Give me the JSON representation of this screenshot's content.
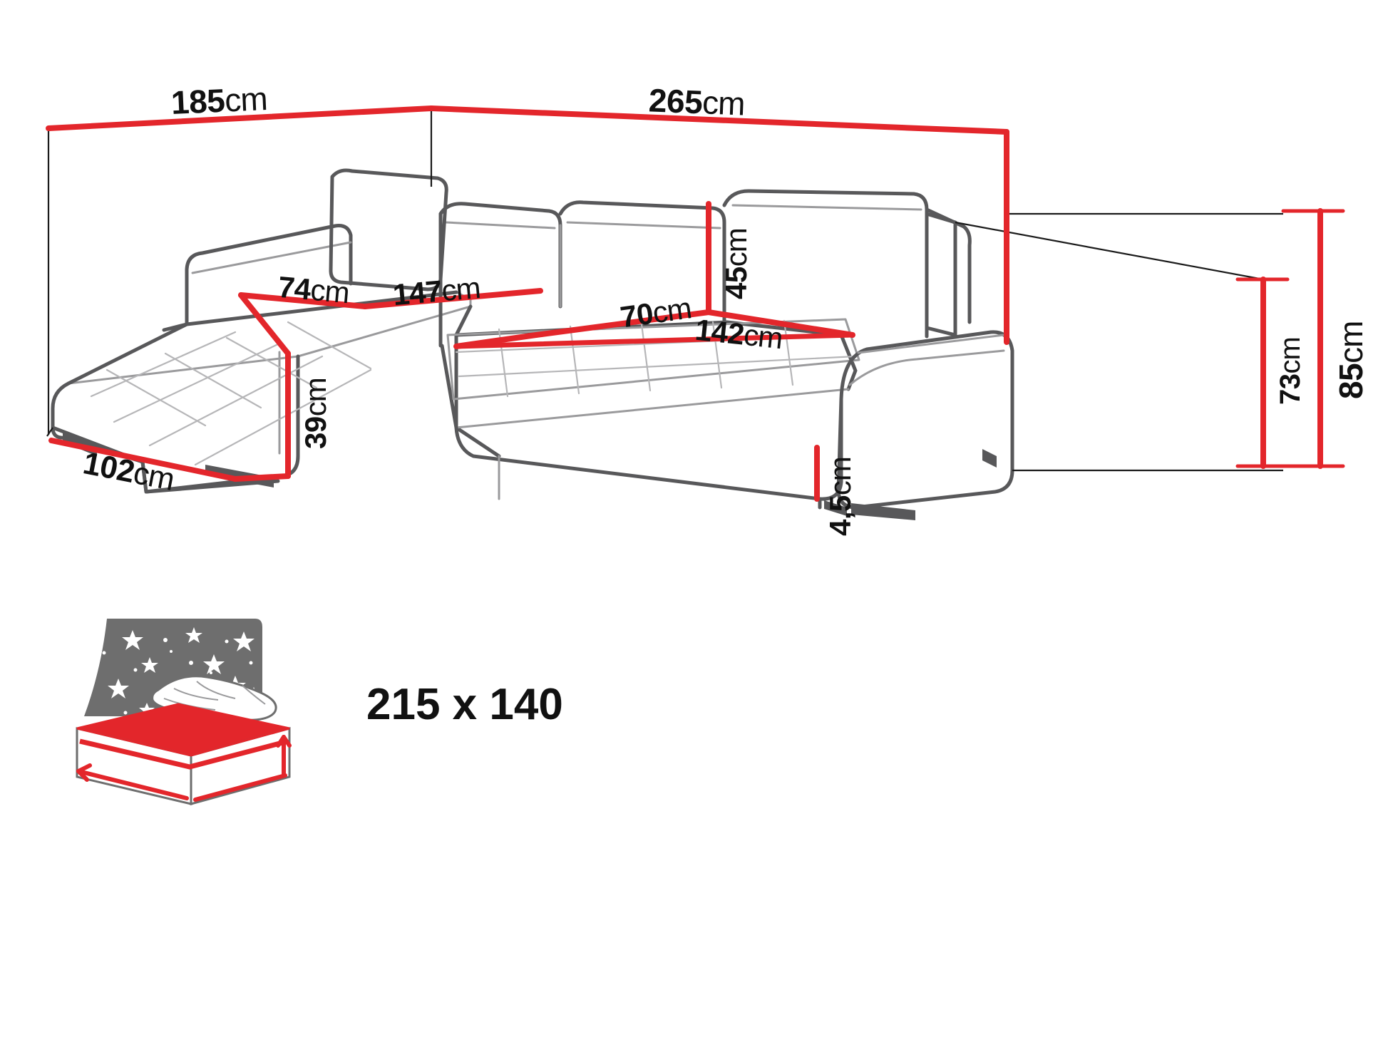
{
  "drawing": {
    "title": "Corner sofa bed technical dimension drawing",
    "unit_suffix": "cm",
    "colors": {
      "dimension_line": "#e3262b",
      "outline_dark": "#58585a",
      "outline_light": "#9a9a9c",
      "text": "#111111",
      "night_panel": "#6e6e6e",
      "mattress": "#e3262b",
      "background": "#ffffff"
    }
  },
  "dimensions": {
    "depth_left_top": {
      "value": "185",
      "unit": "cm",
      "label": "185cm",
      "orientation": "horizontal"
    },
    "width_top": {
      "value": "265",
      "unit": "cm",
      "label": "265cm",
      "orientation": "horizontal"
    },
    "chaise_seat_depth": {
      "value": "74",
      "unit": "cm",
      "label": "74cm",
      "orientation": "horizontal"
    },
    "chaise_seat_length": {
      "value": "147",
      "unit": "cm",
      "label": "147cm",
      "orientation": "horizontal"
    },
    "backrest_height": {
      "value": "45",
      "unit": "cm",
      "label": "45cm",
      "orientation": "vertical"
    },
    "seat_depth": {
      "value": "70",
      "unit": "cm",
      "label": "70cm",
      "orientation": "horizontal"
    },
    "seat_width": {
      "value": "142",
      "unit": "cm",
      "label": "142cm",
      "orientation": "horizontal"
    },
    "seat_height_chaise": {
      "value": "39",
      "unit": "cm",
      "label": "39cm",
      "orientation": "vertical"
    },
    "chaise_width": {
      "value": "102",
      "unit": "cm",
      "label": "102cm",
      "orientation": "horizontal"
    },
    "leg_height": {
      "value": "4,5",
      "unit": "cm",
      "label": "4,5cm",
      "orientation": "vertical"
    },
    "total_height": {
      "value": "85",
      "unit": "cm",
      "label": "85cm",
      "orientation": "vertical"
    },
    "armrest_height": {
      "value": "73",
      "unit": "cm",
      "label": "73cm",
      "orientation": "vertical"
    }
  },
  "sleeping_area": {
    "label": "215 x 140",
    "width": "215",
    "length": "140",
    "icon_name": "sleeping-area-icon"
  }
}
